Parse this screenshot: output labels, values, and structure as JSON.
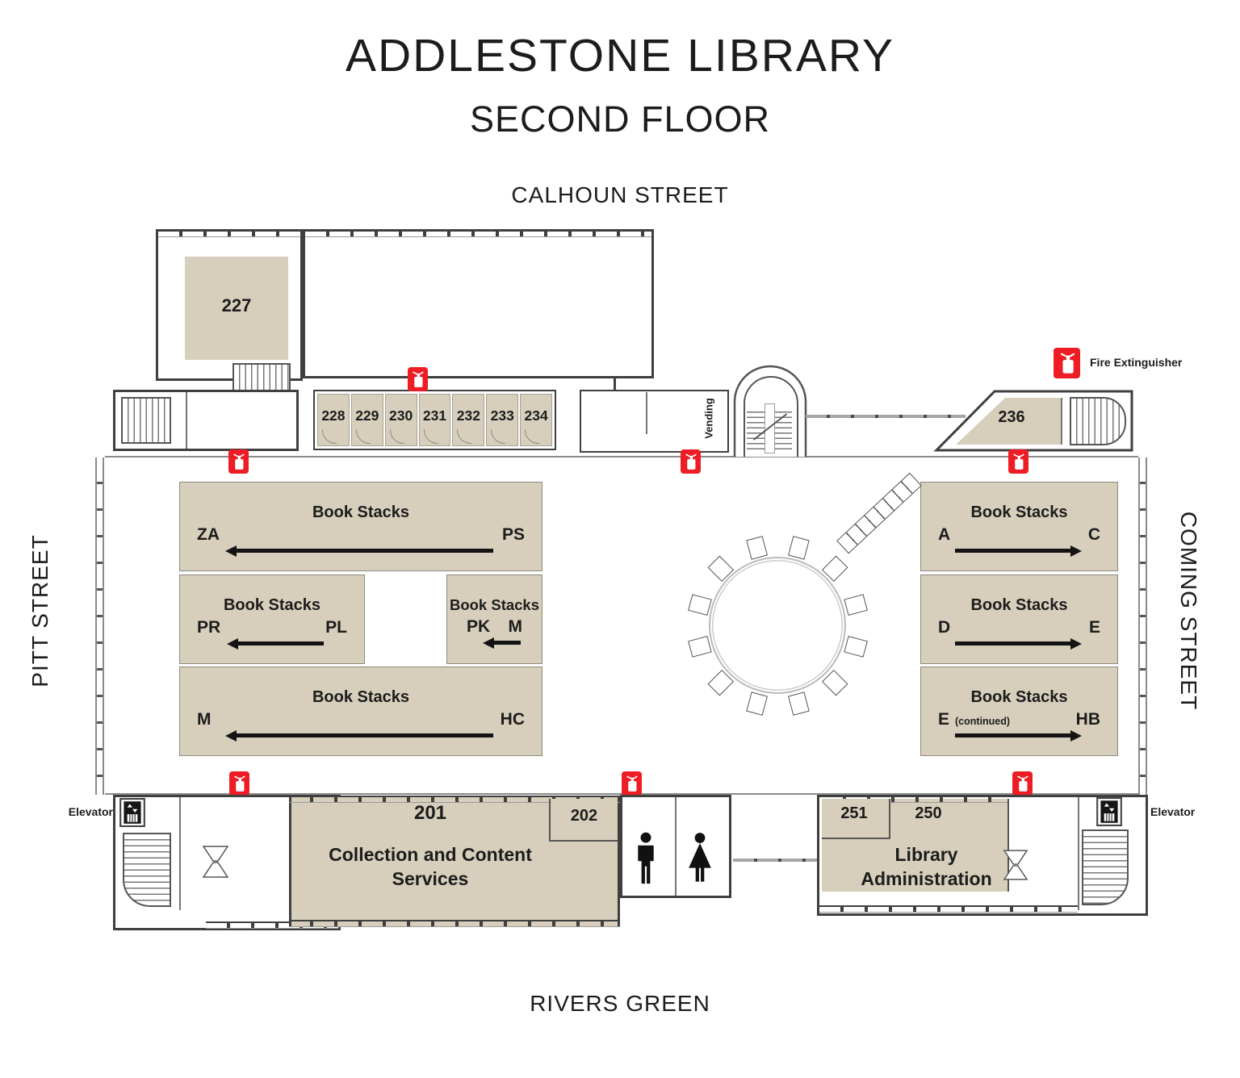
{
  "page": {
    "title": "ADDLESTONE LIBRARY",
    "subtitle": "SECOND FLOOR"
  },
  "streets": {
    "top": "CALHOUN STREET",
    "bottom": "RIVERS GREEN",
    "left": "PITT STREET",
    "right": "COMING STREET"
  },
  "legend": {
    "fire_extinguisher_label": "Fire Extinguisher"
  },
  "labels": {
    "vending": "Vending",
    "elevator_left": "Elevator",
    "elevator_right": "Elevator"
  },
  "rooms": {
    "r227": "227",
    "row_rooms": [
      "228",
      "229",
      "230",
      "231",
      "232",
      "233",
      "234"
    ],
    "r236": "236",
    "r201": {
      "number": "201",
      "name": "Collection and Content Services"
    },
    "r202": "202",
    "r251": "251",
    "r250": {
      "number": "250",
      "name": "Library Administration"
    }
  },
  "book_stacks": [
    {
      "label": "Book Stacks",
      "from": "ZA",
      "to": "PS",
      "direction": "left"
    },
    {
      "label": "Book Stacks",
      "from": "PR",
      "to": "PL",
      "direction": "left"
    },
    {
      "label": "Book Stacks",
      "from": "PK",
      "to": "M",
      "direction": "left"
    },
    {
      "label": "Book Stacks",
      "from": "M",
      "to": "HC",
      "direction": "left"
    },
    {
      "label": "Book Stacks",
      "from": "A",
      "to": "C",
      "direction": "right"
    },
    {
      "label": "Book Stacks",
      "from": "D",
      "to": "E",
      "direction": "right"
    },
    {
      "label": "Book Stacks",
      "from": "E",
      "from_note": "(continued)",
      "to": "HB",
      "direction": "right"
    }
  ],
  "colors": {
    "room_fill": "#d7cfbc",
    "fire_red": "#ee1c25",
    "wall": "#3f3f3f"
  }
}
